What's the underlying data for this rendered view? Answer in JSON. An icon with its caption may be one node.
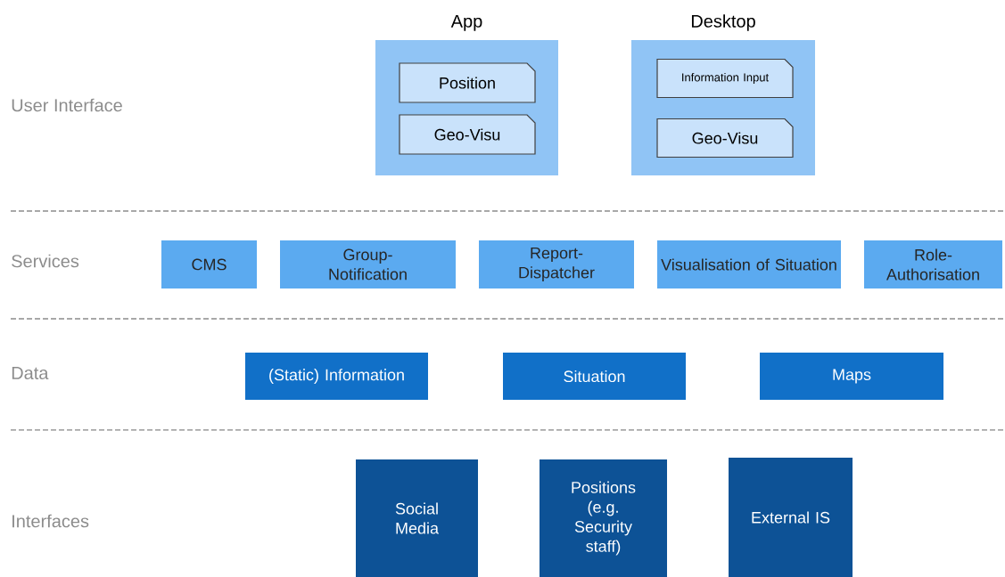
{
  "diagram": {
    "nodes": [
      {
        "text": [
          "App"
        ]
      },
      {
        "text": [
          "Position"
        ],
        "in": 0
      },
      {
        "text": [
          "Geo-Visu"
        ],
        "in": 0
      },
      {
        "text": [
          "Desktop"
        ]
      },
      {
        "text": [
          "Information Input"
        ],
        "in": 3
      },
      {
        "text": [
          "Geo-Visu"
        ],
        "in": 3
      },
      {
        "text": [
          "CMS"
        ]
      },
      {
        "text": [
          "Group-Notification"
        ]
      },
      {
        "text": [
          "Report-Dispatcher"
        ]
      },
      {
        "text": [
          "Visualisation of Situation"
        ]
      },
      {
        "text": [
          "Role-Authorisation"
        ]
      },
      {
        "text": [
          "(Static) Information"
        ]
      },
      {
        "text": [
          "Situation"
        ]
      },
      {
        "text": [
          "Maps"
        ]
      },
      {
        "text": [
          "Social Media"
        ]
      },
      {
        "text": [
          "Positions (e.g. Security staff)"
        ]
      },
      {
        "text": [
          "External IS"
        ]
      }
    ],
    "labels": [
      "User Interface",
      "Services",
      "Data",
      "Interfaces"
    ]
  }
}
